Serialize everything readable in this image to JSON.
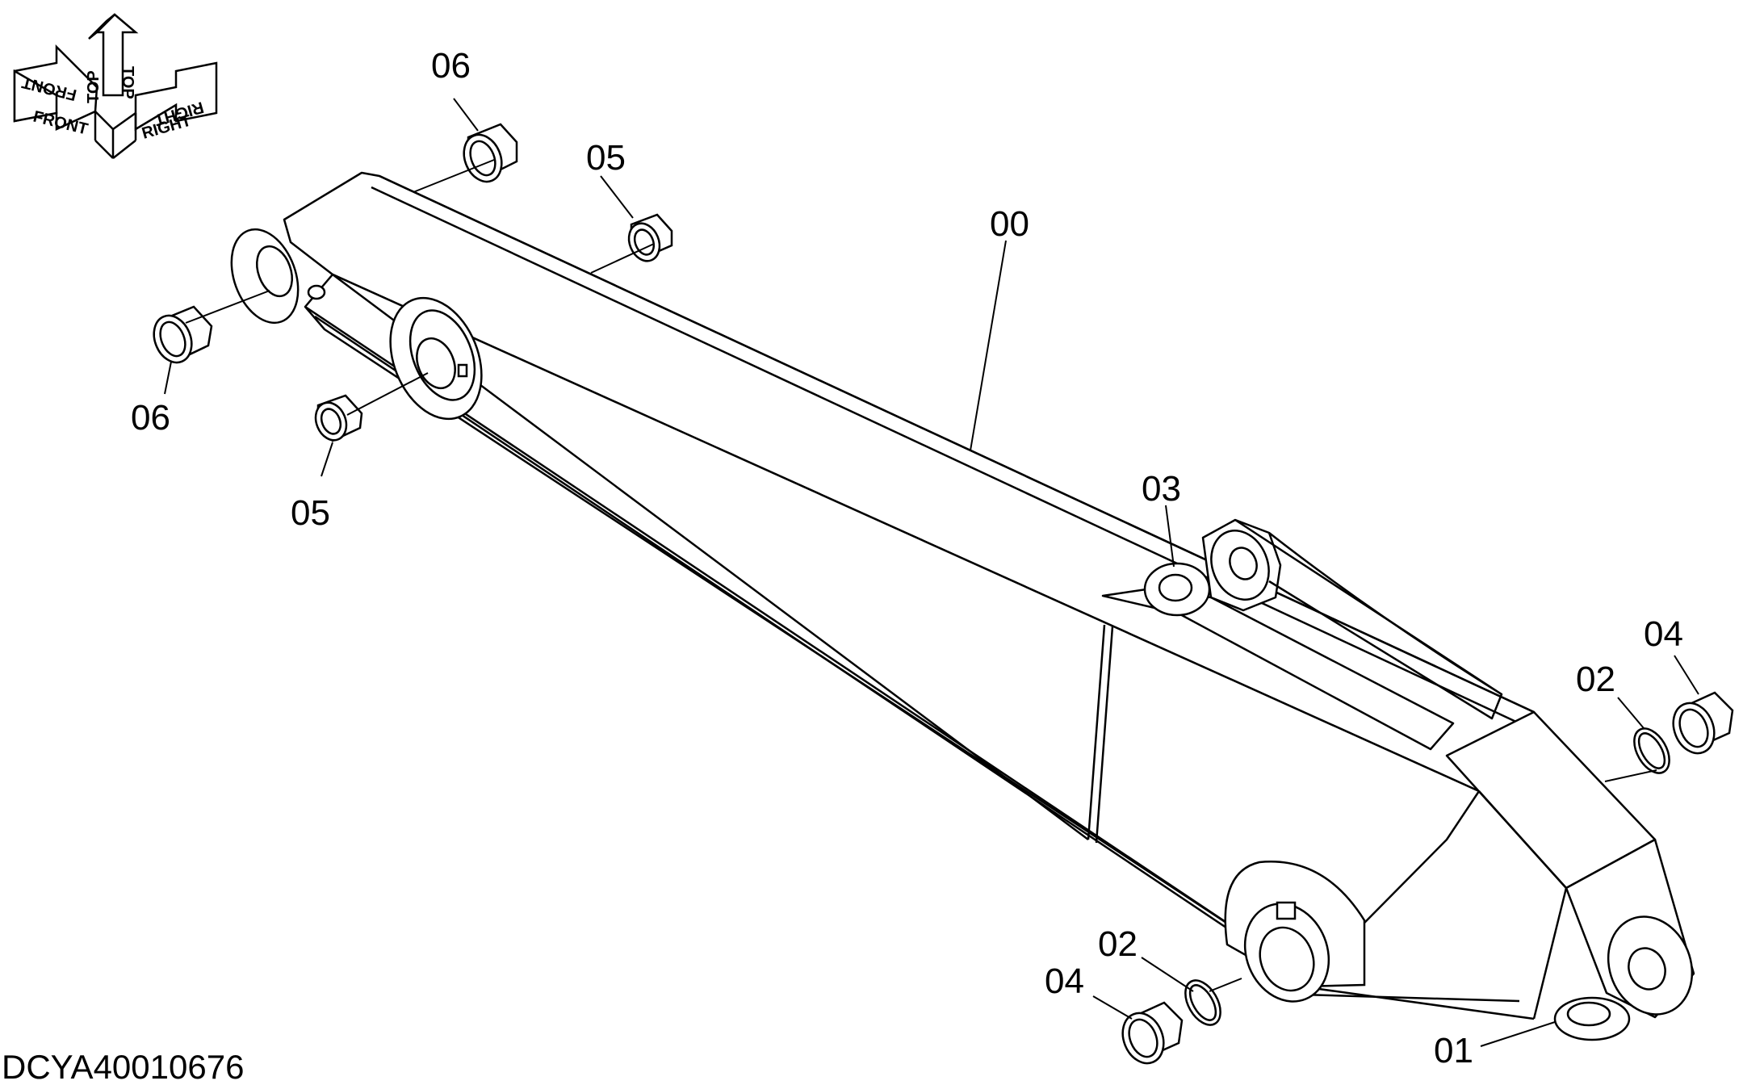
{
  "compass": {
    "front": "FRONT",
    "top": "TOP",
    "right": "RIGHT"
  },
  "callouts": [
    {
      "id": "c00",
      "text": "00"
    },
    {
      "id": "c01",
      "text": "01"
    },
    {
      "id": "c02a",
      "text": "02"
    },
    {
      "id": "c02b",
      "text": "02"
    },
    {
      "id": "c03",
      "text": "03"
    },
    {
      "id": "c04a",
      "text": "04"
    },
    {
      "id": "c04b",
      "text": "04"
    },
    {
      "id": "c05a",
      "text": "05"
    },
    {
      "id": "c05b",
      "text": "05"
    },
    {
      "id": "c06a",
      "text": "06"
    },
    {
      "id": "c06b",
      "text": "06"
    }
  ],
  "document_id": "DCYA40010676",
  "colors": {
    "line": "#000000",
    "background": "#ffffff"
  }
}
